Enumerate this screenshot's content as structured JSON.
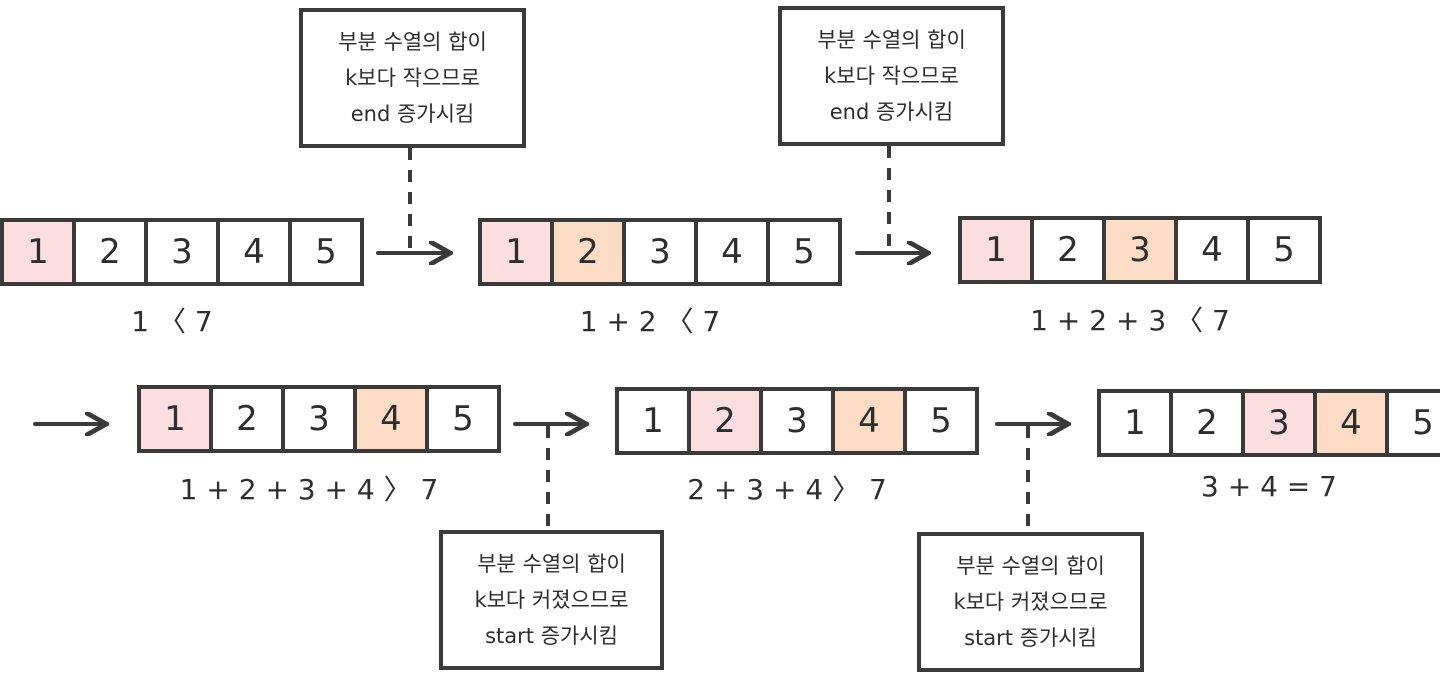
{
  "colors": {
    "start": "#fcdde0",
    "end": "#fcdcc4",
    "stroke": "#3a3a3a"
  },
  "steps": [
    {
      "cells": [
        "1",
        "2",
        "3",
        "4",
        "5"
      ],
      "start": 0,
      "end": 0,
      "caption": "1 〈 7"
    },
    {
      "cells": [
        "1",
        "2",
        "3",
        "4",
        "5"
      ],
      "start": 0,
      "end": 1,
      "caption": "1 + 2 〈 7"
    },
    {
      "cells": [
        "1",
        "2",
        "3",
        "4",
        "5"
      ],
      "start": 0,
      "end": 2,
      "caption": "1 + 2 + 3 〈 7"
    },
    {
      "cells": [
        "1",
        "2",
        "3",
        "4",
        "5"
      ],
      "start": 0,
      "end": 3,
      "caption": "1 + 2 + 3 + 4 〉 7"
    },
    {
      "cells": [
        "1",
        "2",
        "3",
        "4",
        "5"
      ],
      "start": 1,
      "end": 3,
      "caption": "2 + 3 + 4 〉 7"
    },
    {
      "cells": [
        "1",
        "2",
        "3",
        "4",
        "5"
      ],
      "start": 2,
      "end": 3,
      "caption": "3 + 4 = 7"
    }
  ],
  "notes": [
    {
      "lines": [
        "부분 수열의 합이",
        "k보다 작으므로",
        "end 증가시킴"
      ]
    },
    {
      "lines": [
        "부분 수열의 합이",
        "k보다 작으므로",
        "end 증가시킴"
      ]
    },
    {
      "lines": [
        "부분 수열의 합이",
        "k보다 커졌으므로",
        "start 증가시킴"
      ]
    },
    {
      "lines": [
        "부분 수열의 합이",
        "k보다 커졌으므로",
        "start 증가시킴"
      ]
    }
  ]
}
